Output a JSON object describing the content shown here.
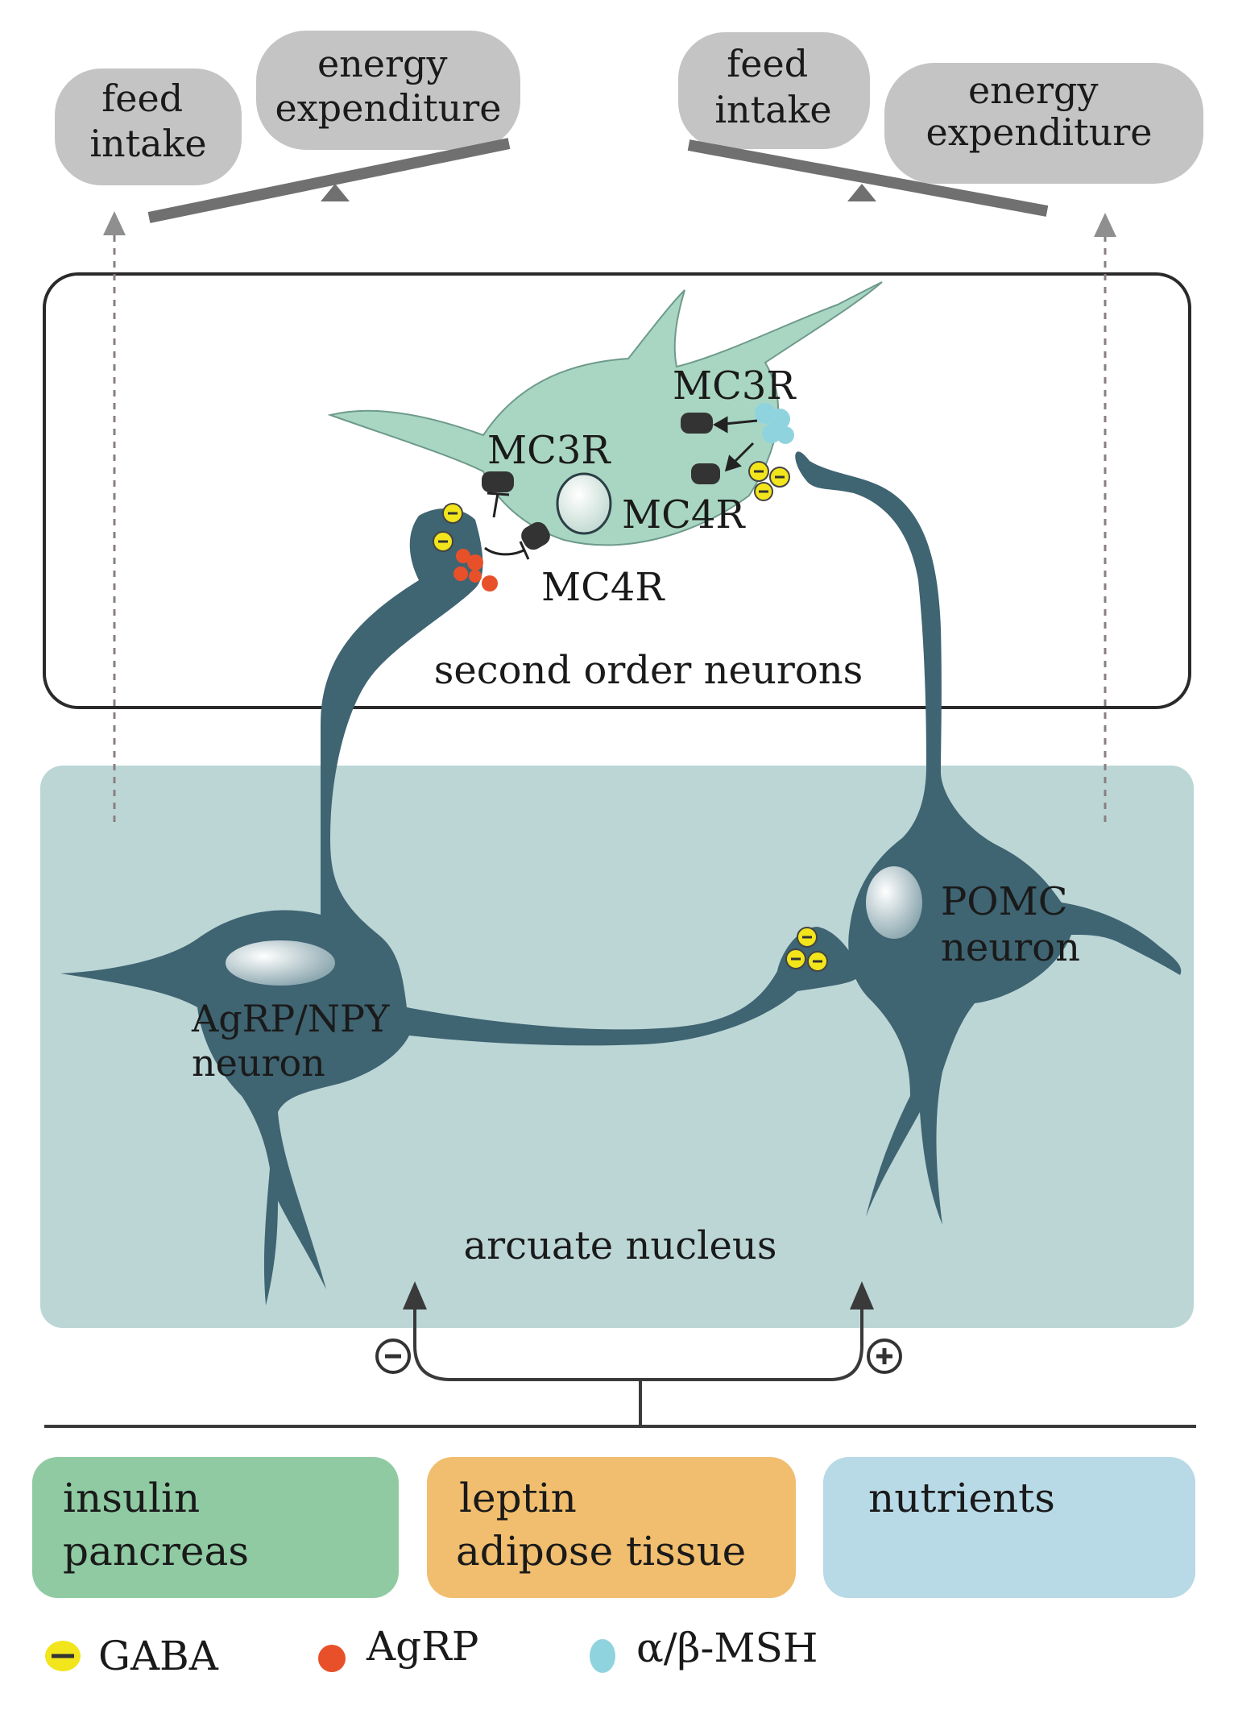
{
  "balance_left": {
    "feed_label": [
      "feed",
      "intake"
    ],
    "energy_label": [
      "energy",
      "expenditure"
    ]
  },
  "balance_right": {
    "feed_label": [
      "feed",
      "intake"
    ],
    "energy_label": [
      "energy",
      "expenditure"
    ]
  },
  "second_order_box": {
    "label": "second order neurons",
    "receptors": {
      "mc3r_left": "MC3R",
      "mc4r_left": "MC4R",
      "mc3r_right": "MC3R",
      "mc4r_right": "MC4R"
    }
  },
  "arcuate_box": {
    "label": "arcuate nucleus",
    "agrp_neuron_label": [
      "AgRP/NPY",
      "neuron"
    ],
    "pomc_neuron_label": [
      "POMC",
      "neuron"
    ]
  },
  "signals": {
    "inhibit_symbol": "−",
    "excite_symbol": "+"
  },
  "inputs": [
    {
      "lines": [
        "insulin",
        "pancreas"
      ],
      "color": "#8fcaa2"
    },
    {
      "lines": [
        "leptin",
        "adipose tissue"
      ],
      "color": "#f0be6e"
    },
    {
      "lines": [
        "nutrients"
      ],
      "color": "#b8d9e6"
    }
  ],
  "legend": [
    {
      "label": "GABA",
      "color": "#f2e51c"
    },
    {
      "label": "AgRP",
      "color": "#e8502a"
    },
    {
      "label": "α/β-MSH",
      "color": "#8fd3df"
    }
  ],
  "colors": {
    "neuron_body": "#3f6472",
    "second_order_neuron": "#a9d6c3",
    "arcuate_bg": "#bcd6d6",
    "bubble": "#c4c4c4",
    "scale_bar": "#707070"
  }
}
